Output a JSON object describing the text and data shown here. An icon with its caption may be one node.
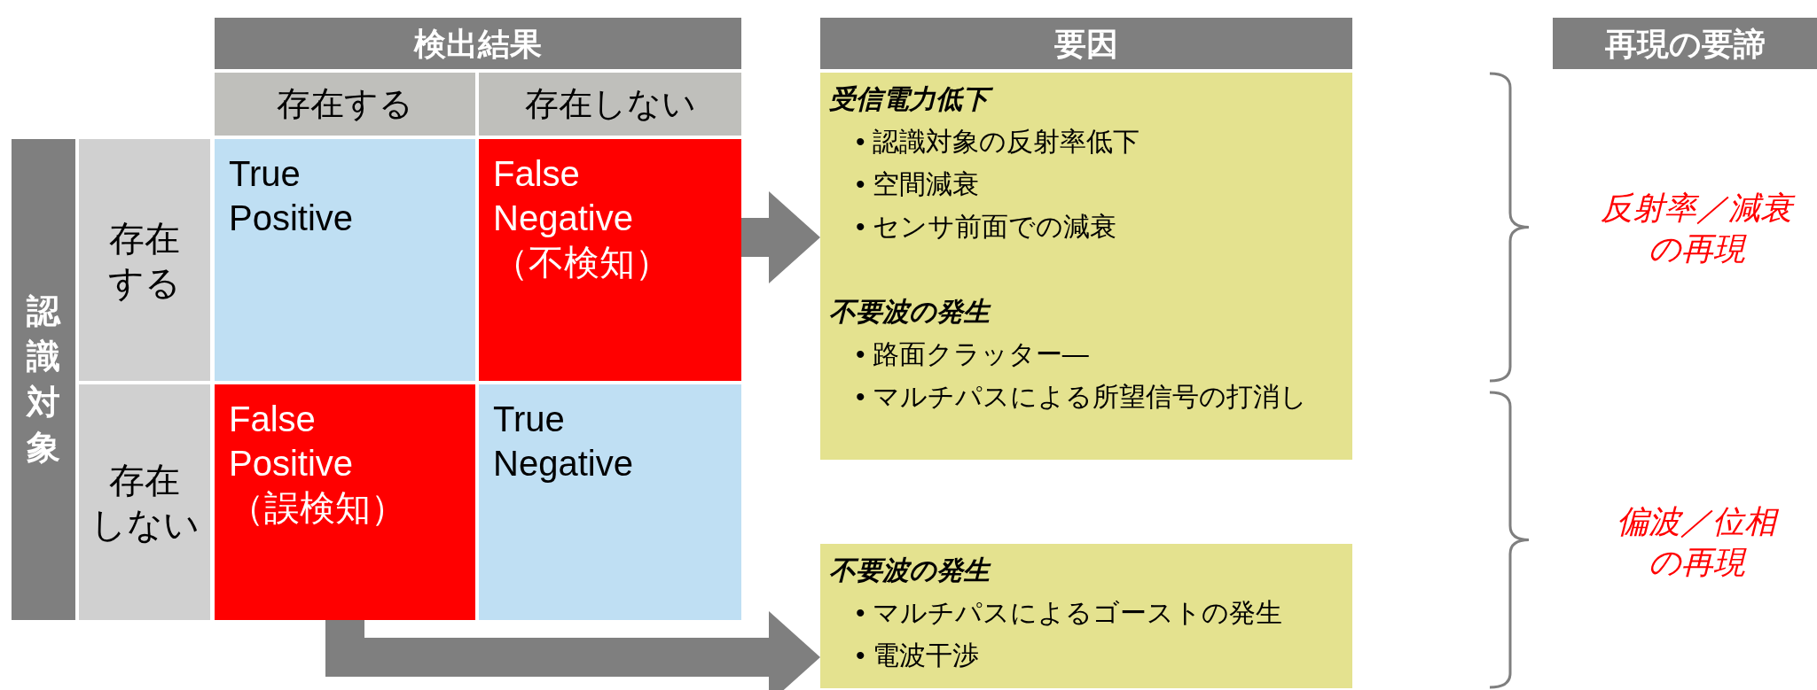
{
  "diagram": {
    "nodes": [
      {
        "text": [
          "検出結果"
        ]
      },
      {
        "text": [
          "存在する"
        ]
      },
      {
        "text": [
          "存在しない"
        ]
      },
      {
        "text": [
          "認識対象"
        ]
      },
      {
        "text": [
          "存在する"
        ]
      },
      {
        "text": [
          "存在しない"
        ]
      },
      {
        "text": [
          "True Positive"
        ]
      },
      {
        "text": [
          "False Negative（不検知）"
        ]
      },
      {
        "text": [
          "False Positive（誤検知）"
        ]
      },
      {
        "text": [
          "True Negative"
        ]
      },
      {
        "text": [
          "要因"
        ]
      },
      {
        "text": [
          "受信電力低下",
          "• 認識対象の反射率低下",
          "• 空間減衰",
          "• センサ前面での減衰",
          "不要波の発生",
          "• 路面クラッター—",
          "• マルチパスによる所望信号の打消し"
        ]
      },
      {
        "text": [
          "不要波の発生",
          "• マルチパスによるゴーストの発生",
          "• 電波干渉"
        ]
      },
      {
        "text": [
          "再現の要諦"
        ]
      }
    ],
    "edges": [
      {
        "from": 7,
        "to": 11,
        "arrow": "to"
      },
      {
        "from": 8,
        "to": 12,
        "arrow": "to"
      }
    ],
    "labels": [
      "反射率／減衰の再現",
      "偏波／位相の再現"
    ]
  }
}
